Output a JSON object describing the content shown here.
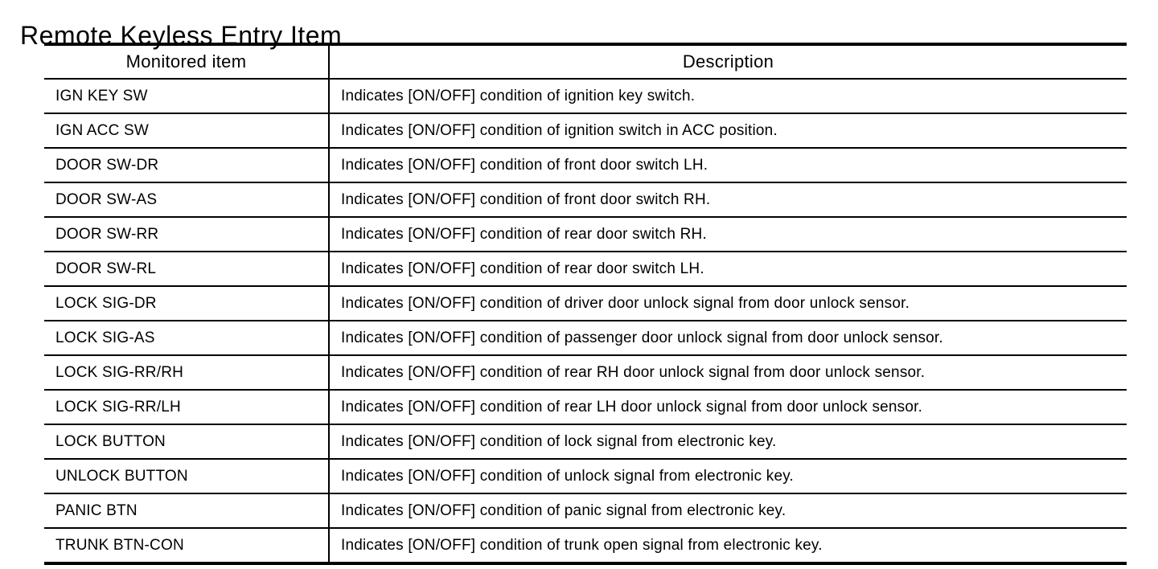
{
  "page": {
    "title": "Remote Keyless Entry Item"
  },
  "table": {
    "headers": [
      "Monitored item",
      "Description"
    ],
    "rows": [
      {
        "item": "IGN KEY SW",
        "description": "Indicates [ON/OFF] condition of ignition key switch."
      },
      {
        "item": "IGN ACC SW",
        "description": "Indicates [ON/OFF] condition of ignition switch in ACC position."
      },
      {
        "item": "DOOR SW-DR",
        "description": "Indicates [ON/OFF] condition of front door switch LH."
      },
      {
        "item": "DOOR SW-AS",
        "description": "Indicates [ON/OFF] condition of front door switch RH."
      },
      {
        "item": "DOOR SW-RR",
        "description": "Indicates [ON/OFF] condition of rear door switch RH."
      },
      {
        "item": "DOOR SW-RL",
        "description": "Indicates [ON/OFF] condition of rear door switch LH."
      },
      {
        "item": "LOCK SIG-DR",
        "description": "Indicates [ON/OFF] condition of driver door unlock signal from door unlock sensor."
      },
      {
        "item": "LOCK SIG-AS",
        "description": "Indicates [ON/OFF] condition of passenger door unlock signal from door unlock sensor."
      },
      {
        "item": "LOCK SIG-RR/RH",
        "description": "Indicates [ON/OFF] condition of rear RH door unlock signal from door unlock sensor."
      },
      {
        "item": "LOCK SIG-RR/LH",
        "description": "Indicates [ON/OFF] condition of rear LH door unlock signal from door unlock sensor."
      },
      {
        "item": "LOCK BUTTON",
        "description": "Indicates [ON/OFF] condition of lock signal from electronic key."
      },
      {
        "item": "UNLOCK BUTTON",
        "description": "Indicates [ON/OFF] condition of unlock signal from electronic key."
      },
      {
        "item": "PANIC BTN",
        "description": "Indicates [ON/OFF] condition of panic signal from electronic key."
      },
      {
        "item": "TRUNK BTN-CON",
        "description": "Indicates [ON/OFF] condition of trunk open signal from electronic key."
      }
    ]
  },
  "colors": {
    "text": "#000000",
    "background": "#ffffff",
    "border": "#000000"
  }
}
